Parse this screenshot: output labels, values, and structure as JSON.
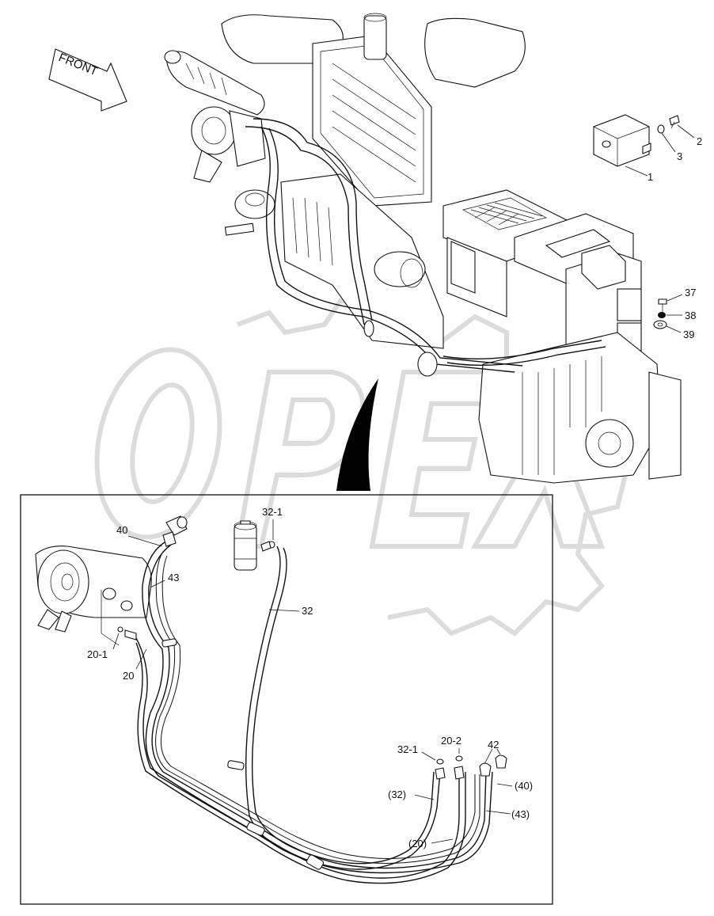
{
  "header_code": "",
  "watermark": "OPEX",
  "direction_arrow": "FRONT",
  "callouts_top": {
    "c1": "1",
    "c2": "2",
    "c3": "3",
    "c37": "37",
    "c38": "38",
    "c39": "39"
  },
  "callouts_detail": {
    "c40": "40",
    "c43": "43",
    "c32_1_top": "32-1",
    "c32": "32",
    "c20_1": "20-1",
    "c20": "20",
    "c32_1_bottom": "32-1",
    "c20_2": "20-2",
    "c42": "42",
    "c32_ref": "(32)",
    "c40_ref": "(40)",
    "c43_ref": "(43)",
    "c20_ref": "(20)"
  },
  "colors": {
    "line": "#111111",
    "watermark": "#dcdcdc",
    "background": "#ffffff"
  }
}
